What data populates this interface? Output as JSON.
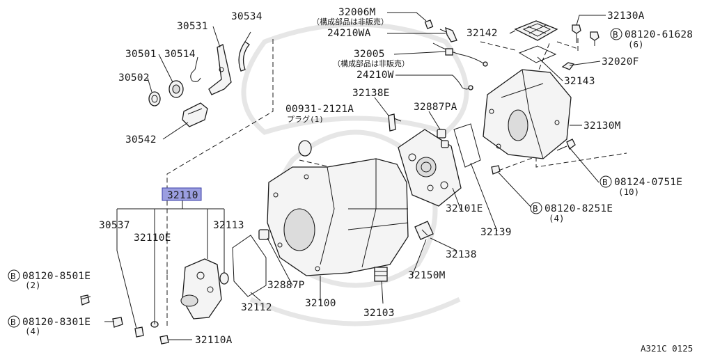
{
  "labels": {
    "p30534": "30534",
    "p30531": "30531",
    "p30501": "30501",
    "p30514": "30514",
    "p30502": "30502",
    "p30542": "30542",
    "p32006M": "32006M",
    "p32006M_note": "（構成部品は非販売）",
    "p24210WA": "24210WA",
    "p32005": "32005",
    "p32005_note": "（構成部品は非販売）",
    "p24210W": "24210W",
    "p32130A": "32130A",
    "p32142": "32142",
    "b08120_61628": "08120-61628",
    "b08120_61628_qty": "(6)",
    "p32020F": "32020F",
    "p32143": "32143",
    "p32138E": "32138E",
    "p00931": "00931-2121A",
    "p00931_note": "プラグ(1)",
    "p32887PA": "32887PA",
    "p32130M": "32130M",
    "b08124_0751E": "08124-0751E",
    "b08124_0751E_qty": "(10)",
    "p32110": "32110",
    "p30537": "30537",
    "p32110E": "32110E",
    "p32113": "32113",
    "p32101E": "32101E",
    "b08120_8251E": "08120-8251E",
    "b08120_8251E_qty": "(4)",
    "p32139": "32139",
    "p32138": "32138",
    "b08120_8501E": "08120-8501E",
    "b08120_8501E_qty": "(2)",
    "p32887P": "32887P",
    "p32150M": "32150M",
    "b08120_8301E": "08120-8301E",
    "b08120_8301E_qty": "(4)",
    "p32112": "32112",
    "p32100": "32100",
    "p32103": "32103",
    "p32110A": "32110A",
    "bolt_symbol": "B",
    "ref_code": "A321C 0125"
  },
  "colors": {
    "highlight_fill": "#9b9ee0",
    "highlight_border": "#3b3fa8",
    "ink": "#1a1a1a",
    "watermark": "#e6e6e6"
  }
}
